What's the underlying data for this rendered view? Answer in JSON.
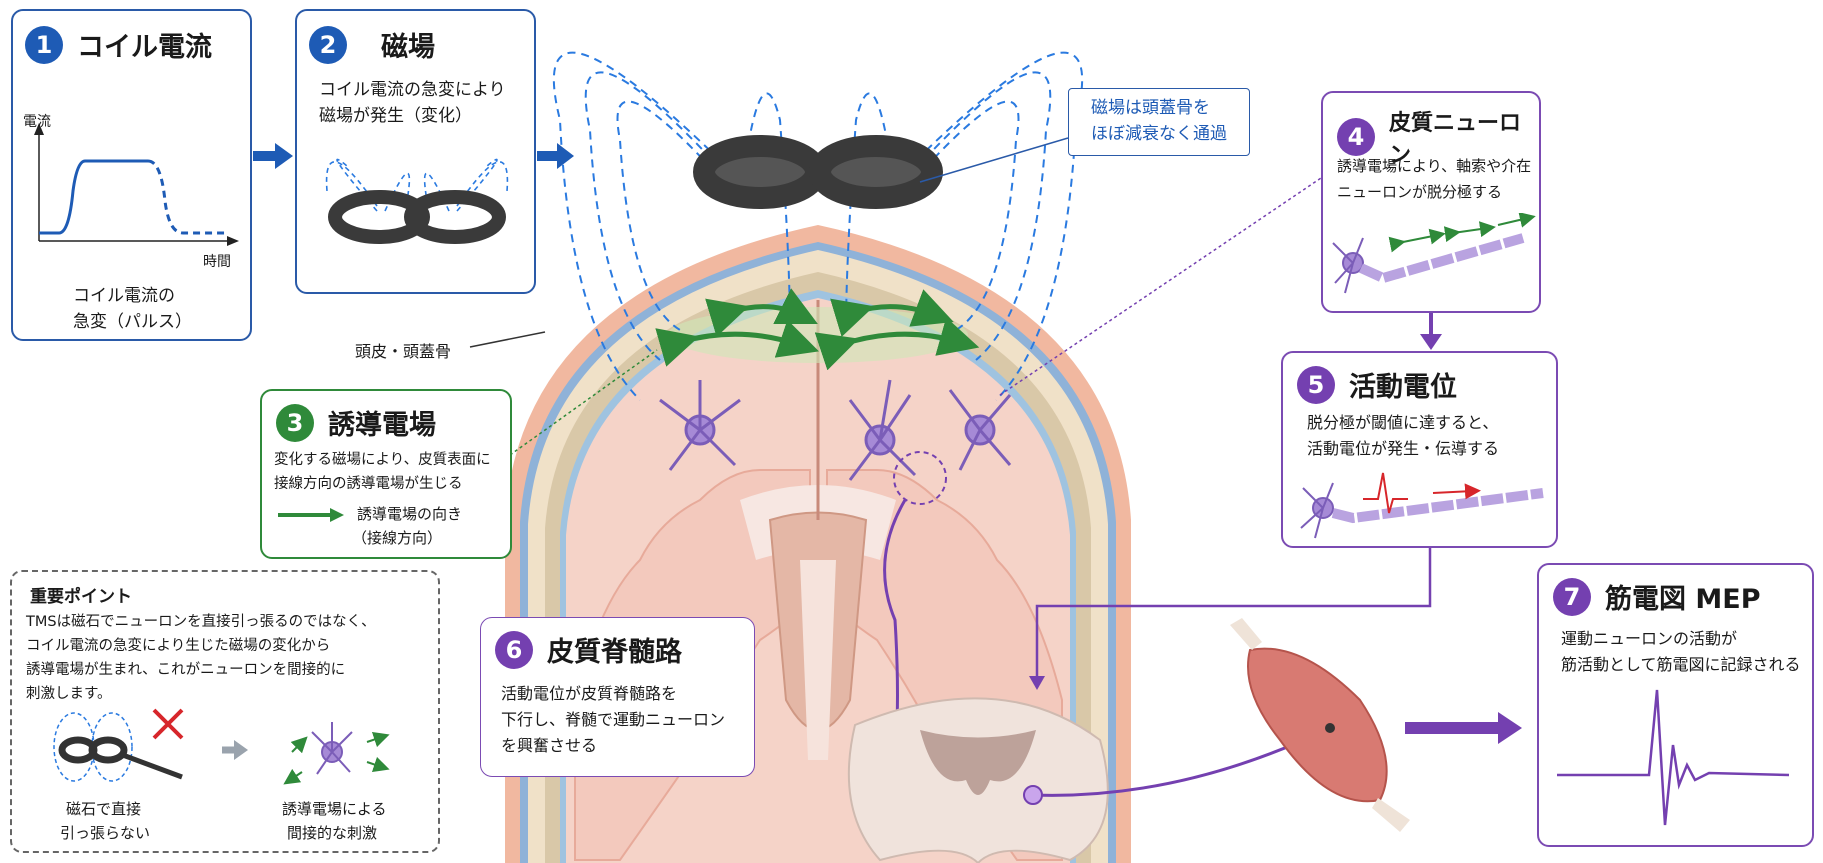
{
  "steps": {
    "s1": {
      "num": "1",
      "title": "コイル電流",
      "ylabel": "電流",
      "xlabel": "時間",
      "desc1": "コイル電流の",
      "desc2": "急変（パルス）"
    },
    "s2": {
      "num": "2",
      "title": "磁場",
      "desc1": "コイル電流の急変により",
      "desc2": "磁場が発生（変化）"
    },
    "s3": {
      "num": "3",
      "title": "誘導電場",
      "desc1": "変化する磁場により、皮質表面に",
      "desc2": "接線方向の誘導電場が生じる",
      "legend1": "誘導電場の向き",
      "legend2": "（接線方向）"
    },
    "s4": {
      "num": "4",
      "title": "皮質ニューロン",
      "desc1": "誘導電場により、軸索や介在",
      "desc2": "ニューロンが脱分極する"
    },
    "s5": {
      "num": "5",
      "title": "活動電位",
      "desc1": "脱分極が閾値に達すると、",
      "desc2": "活動電位が発生・伝導する"
    },
    "s6": {
      "num": "6",
      "title": "皮質脊髄路",
      "desc1": "活動電位が皮質脊髄路を",
      "desc2": "下行し、脊髄で運動ニューロン",
      "desc3": "を興奮させる"
    },
    "s7": {
      "num": "7",
      "title": "筋電図 MEP",
      "desc1": "運動ニューロンの活動が",
      "desc2": "筋活動として筋電図に記録される"
    }
  },
  "callouts": {
    "skull_pass_1": "磁場は頭蓋骨を",
    "skull_pass_2": "ほぼ減衰なく通過",
    "scalp_label": "頭皮・頭蓋骨"
  },
  "point": {
    "title": "重要ポイント",
    "line1": "TMSは磁石でニューロンを直接引っ張るのではなく、",
    "line2": "コイル電流の急変により生じた磁場の変化から",
    "line3": "誘導電場が生まれ、これがニューロンを間接的に",
    "line4": "刺激します。",
    "left1": "磁石で直接",
    "left2": "引っ張らない",
    "right1": "誘導電場による",
    "right2": "間接的な刺激"
  },
  "colors": {
    "blue": "#1e5bb5",
    "green": "#2f8a3a",
    "purple": "#7440b0",
    "red": "#d7262b"
  }
}
